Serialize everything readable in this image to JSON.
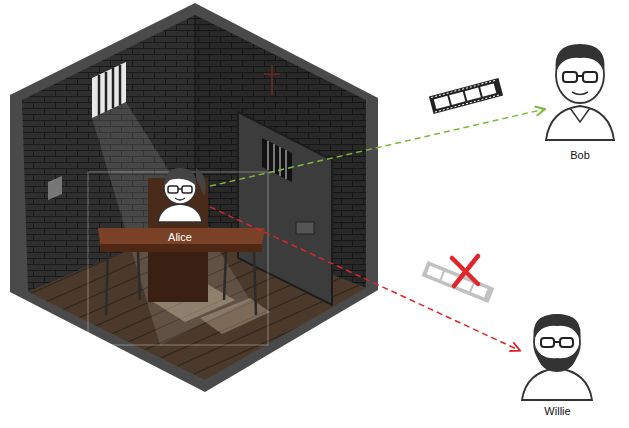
{
  "diagram": {
    "nodes": [
      {
        "text": [
          "Alice"
        ]
      },
      {
        "text": [
          "Bob"
        ]
      },
      {
        "text": [
          "Willie"
        ]
      }
    ],
    "edges": [
      {
        "from": 0,
        "to": 1,
        "arrow": "to"
      },
      {
        "from": 0,
        "to": 2,
        "arrow": "to"
      }
    ]
  }
}
